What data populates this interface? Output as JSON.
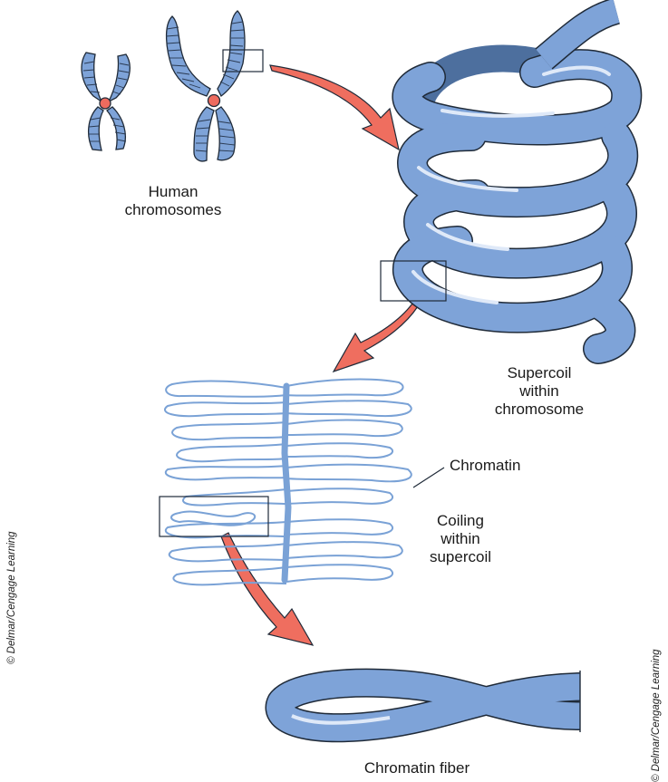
{
  "labels": {
    "human_chromosomes": [
      "Human",
      "chromosomes"
    ],
    "supercoil": [
      "Supercoil",
      "within",
      "chromosome"
    ],
    "chromatin": "Chromatin",
    "coiling": [
      "Coiling",
      "within",
      "supercoil"
    ],
    "chromatin_fiber": "Chromatin fiber"
  },
  "credit": "© Delmar/Cengage Learning",
  "colors": {
    "fiber_fill": "#7ea3d8",
    "fiber_dark": "#4d6f9e",
    "highlight": "#dfe9f8",
    "centromere": "#ee6b5e",
    "arrow": "#ef6e5f",
    "outline": "#1f2a38",
    "chromatin_line": "#7aa2d6"
  },
  "icons": [
    "chromosome-icon",
    "supercoil-icon",
    "chromatin-loops-icon",
    "chromatin-fiber-icon",
    "arrow-icon"
  ]
}
